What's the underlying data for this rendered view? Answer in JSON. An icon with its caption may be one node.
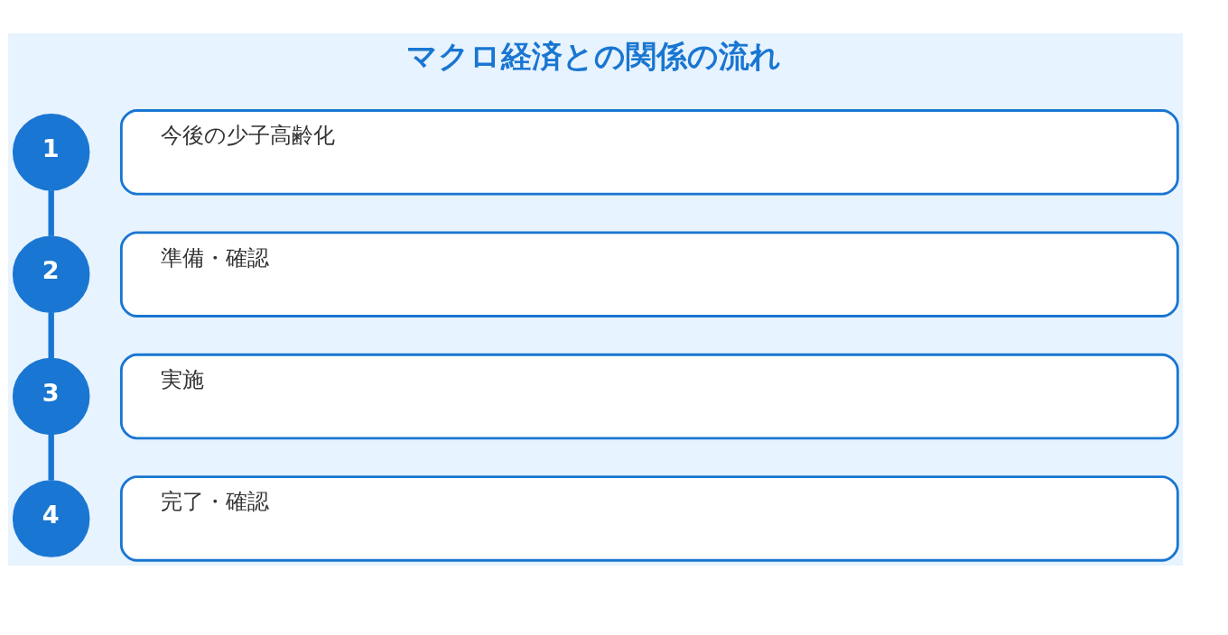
{
  "diagram": {
    "title": "マクロ経済との関係の流れ",
    "nodes": [
      {
        "text": [
          "1"
        ]
      },
      {
        "text": [
          "今後の少子高齢化"
        ]
      },
      {
        "text": [
          "2"
        ]
      },
      {
        "text": [
          "準備・確認"
        ]
      },
      {
        "text": [
          "3"
        ]
      },
      {
        "text": [
          "実施"
        ]
      },
      {
        "text": [
          "4"
        ]
      },
      {
        "text": [
          "完了・確認"
        ]
      }
    ],
    "edges": [
      {
        "from": 0,
        "to": 2,
        "arrow": "none"
      },
      {
        "from": 2,
        "to": 4,
        "arrow": "none"
      },
      {
        "from": 4,
        "to": 6,
        "arrow": "none"
      }
    ]
  }
}
